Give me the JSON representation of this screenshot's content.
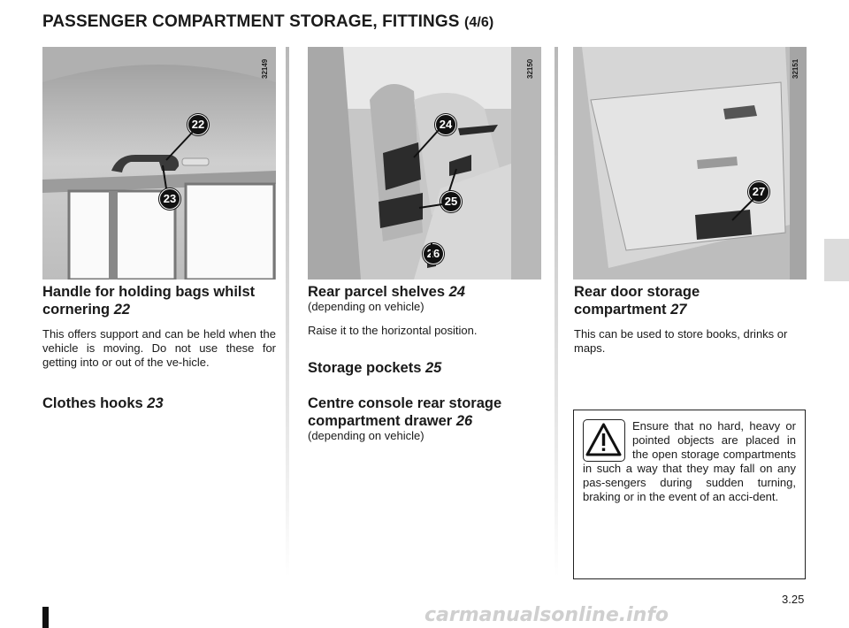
{
  "header": {
    "title": "PASSENGER COMPARTMENT STORAGE, FITTINGS",
    "title_suffix": "(4/6)"
  },
  "photos": [
    {
      "code": "32149",
      "markers": [
        "22",
        "23"
      ]
    },
    {
      "code": "32150",
      "markers": [
        "24",
        "25",
        "26"
      ]
    },
    {
      "code": "32151",
      "markers": [
        "27"
      ]
    }
  ],
  "col1": {
    "heading": "Handle for holding bags whilst cornering",
    "heading_ref": "22",
    "body": "This offers support and can be held when the vehicle is moving. Do not use these for getting into or out of the ve-hicle.",
    "heading2": "Clothes hooks",
    "heading2_ref": "23"
  },
  "col2": {
    "heading": "Rear parcel shelves",
    "heading_ref": "24",
    "sub": "(depending on vehicle)",
    "body": "Raise it to the horizontal position.",
    "heading2": "Storage pockets",
    "heading2_ref": "25",
    "heading3": "Centre console rear storage compartment drawer",
    "heading3_ref": "26",
    "sub3": "(depending on vehicle)"
  },
  "col3": {
    "heading": "Rear door storage compartment",
    "heading_ref": "27",
    "body": "This can be used to store books, drinks or maps."
  },
  "warning": {
    "icon": "warning-triangle-icon",
    "text": "Ensure that no hard, heavy or pointed objects are placed in the open storage compartments in such a way that they may fall on any pas-sengers during sudden turning, braking or in the event of an acci-dent."
  },
  "footer": {
    "page": "3.25",
    "watermark": "carmanualsonline.info"
  }
}
